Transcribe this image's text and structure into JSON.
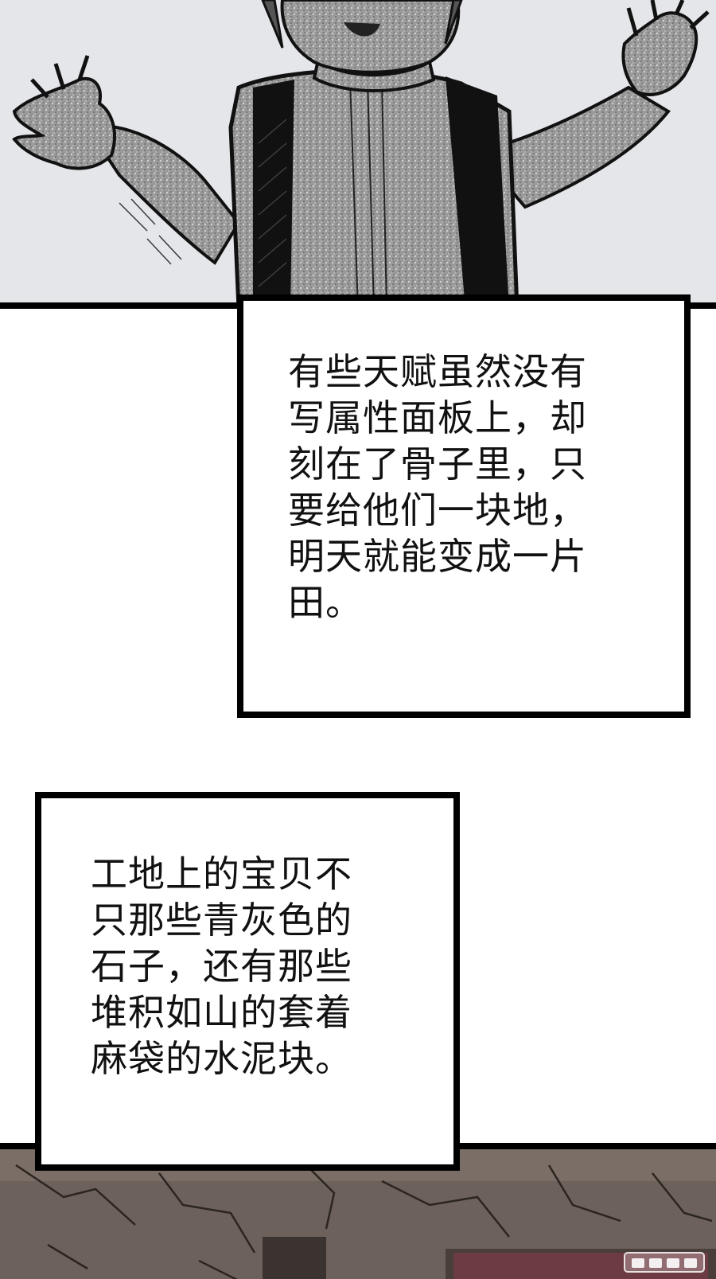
{
  "caption_1": {
    "lines": [
      "有些天赋虽然没有",
      "写属性面板上，却",
      "刻在了骨子里，只",
      "要给他们一块地，",
      "明天就能变成一片",
      "田。"
    ]
  },
  "caption_2": {
    "lines": [
      "工地上的宝贝不",
      "只那些青灰色的",
      "石子，还有那些",
      "堆积如山的套着",
      "麻袋的水泥块。"
    ]
  },
  "colors": {
    "sky": "#e4e6ea",
    "character_fill": "#8f8f8f",
    "ink": "#000000",
    "ground": "#6d625b"
  },
  "watermark": {
    "kind": "publisher-logo"
  }
}
